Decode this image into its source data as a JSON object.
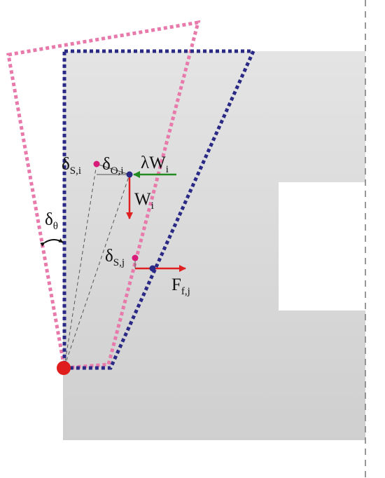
{
  "labels": {
    "delta_s_i": {
      "base": "δ",
      "sub": "S,i"
    },
    "delta_o_i": {
      "base": "δ",
      "sub": "O,i"
    },
    "lambda_w_i": {
      "base": "λW",
      "sub": "i"
    },
    "w_i": {
      "base": "W",
      "sub": "i"
    },
    "delta_theta": {
      "base": "δ",
      "sub": "θ"
    },
    "delta_s_j": {
      "base": "δ",
      "sub": "S,j"
    },
    "f_f_j": {
      "base": "F",
      "sub": "f,j"
    }
  },
  "colors": {
    "block_fill_top": "#e4e4e4",
    "block_fill_bottom": "#cfcfcf",
    "original_outline": "#2a2a86",
    "rotated_outline": "#e87aab",
    "pivot": "#e01d1d",
    "force_arrow": "#e02020",
    "lateral_arrow": "#228b22",
    "centroid_dot": "#2a2a86",
    "displaced_dot": "#d81b78",
    "guide_lines": "#555555",
    "symmetry_line": "#777777"
  }
}
